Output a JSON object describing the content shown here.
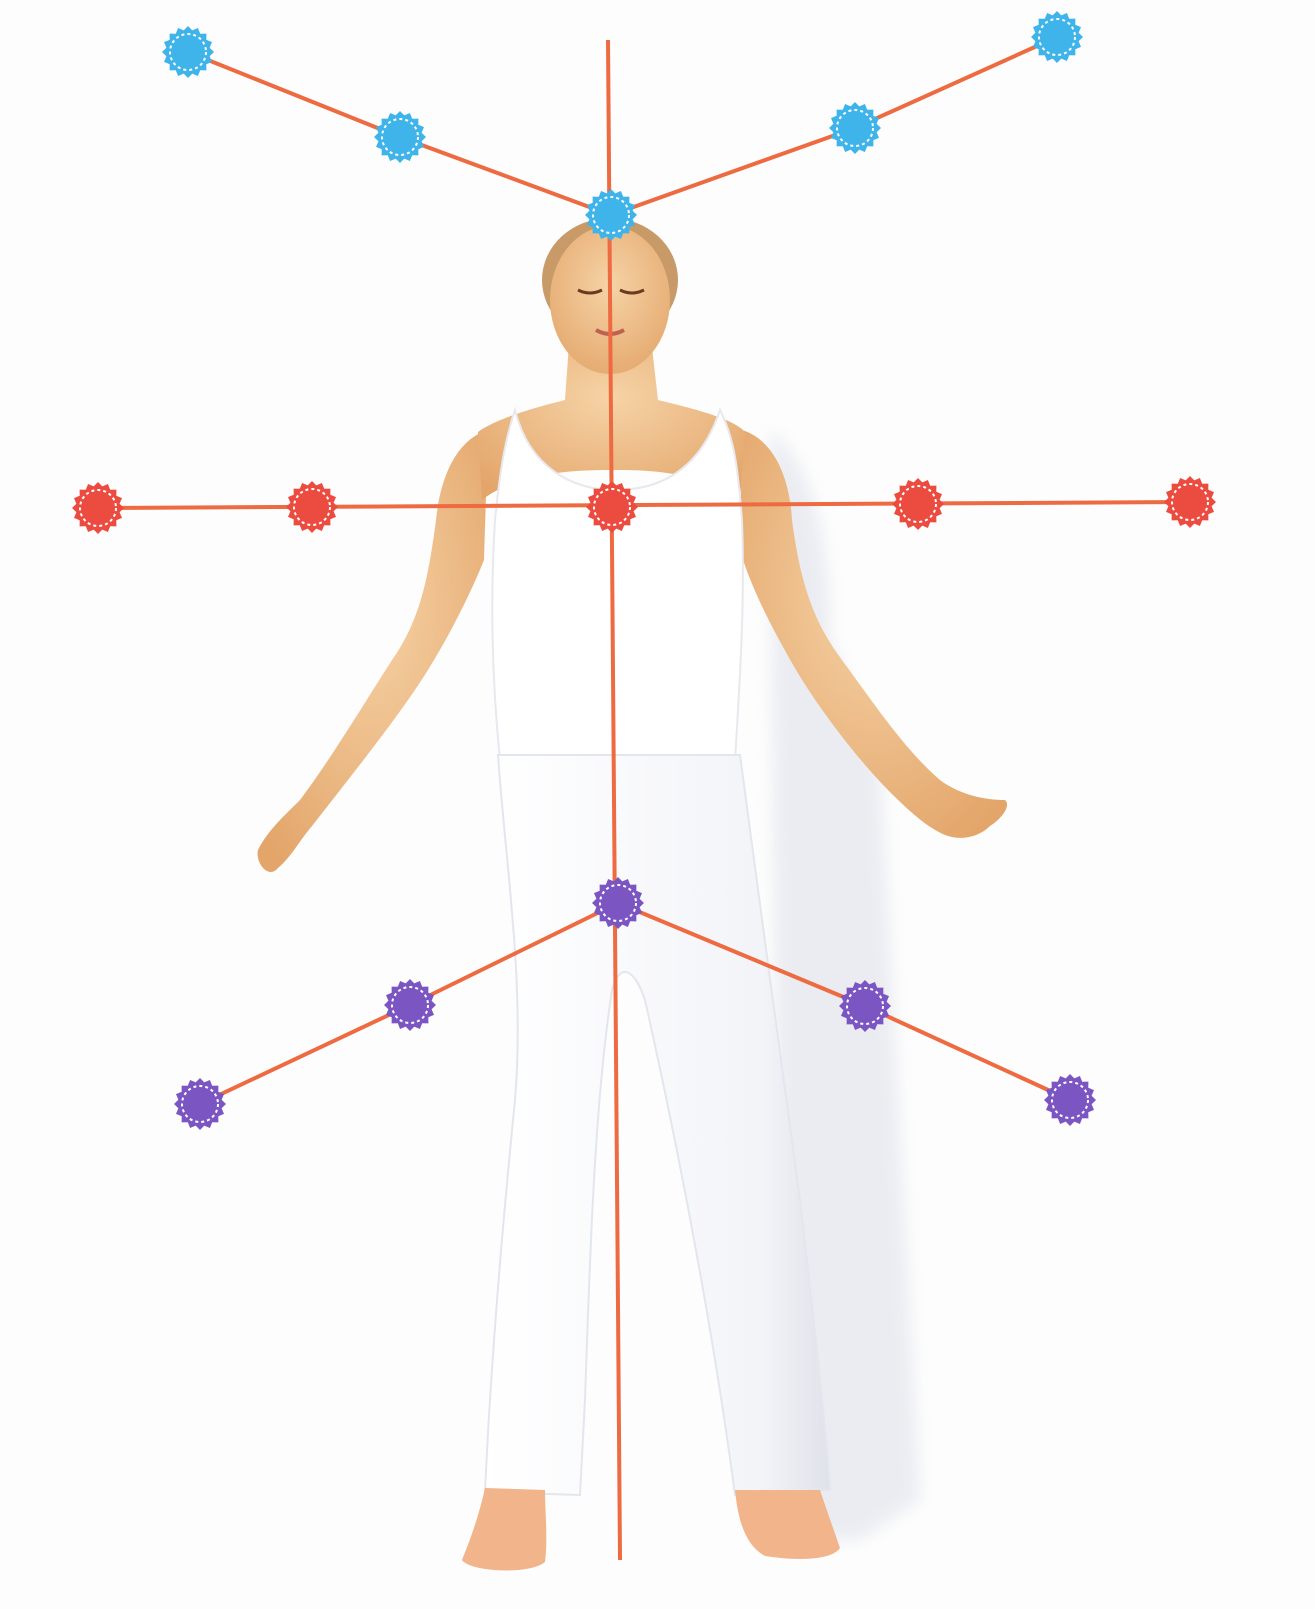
{
  "colors": {
    "background": "#fdfdfd",
    "line": "#ee6a40",
    "crown_group": "#3eb4ea",
    "heart_group": "#ec4b40",
    "root_group": "#7b55c2",
    "skin": "#f1c08c",
    "clothing": "#ffffff",
    "hair": "#c89a68"
  },
  "figure": {
    "description_icon": "person-standing-arms-out"
  },
  "node_groups": [
    {
      "name": "crown",
      "color_key": "crown_group",
      "node_count": 5
    },
    {
      "name": "heart",
      "color_key": "heart_group",
      "node_count": 5
    },
    {
      "name": "root",
      "color_key": "root_group",
      "node_count": 5
    }
  ]
}
